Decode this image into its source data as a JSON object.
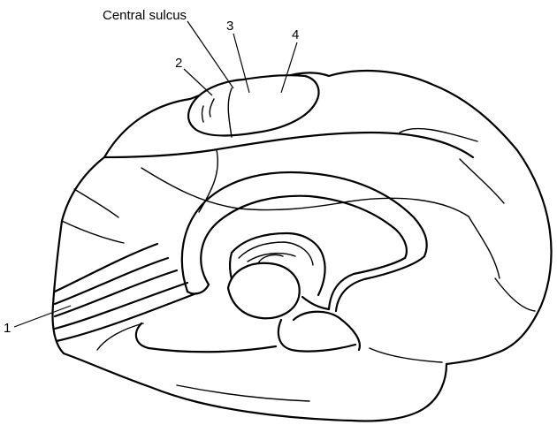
{
  "labels": {
    "central_sulcus": "Central sulcus",
    "n1": "1",
    "n2": "2",
    "n3": "3",
    "n4": "4"
  },
  "colors": {
    "line": "#000000",
    "background": "#ffffff"
  }
}
